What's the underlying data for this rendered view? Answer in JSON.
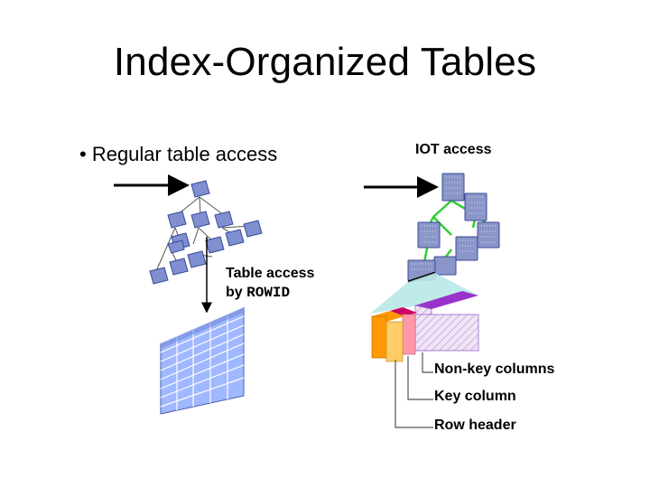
{
  "slide": {
    "title": "Index-Organized Tables",
    "regular_label": "• Regular table access",
    "iot_label": "IOT access",
    "rowid_label_line1": "Table access",
    "rowid_label_prefix": "by ",
    "rowid_label_code": "ROWID",
    "callouts": {
      "non_key": "Non-key columns",
      "key": "Key column",
      "row_header": "Row header"
    }
  },
  "colors": {
    "index_block": "#7F8FCF",
    "index_block_edge": "#3A4A9A",
    "tree_lines_regular": "#666666",
    "tree_lines_iot": "#33CC33",
    "table_fill": "#9FB8FF",
    "table_edge": "#4A5FB0",
    "row_header": "#FF9900",
    "key_column": "#FF99AA",
    "key_top": "#CC0066",
    "non_key_columns": "#E8D8F0",
    "non_key_top": "#9933CC",
    "projection": "#B8E8E8"
  }
}
